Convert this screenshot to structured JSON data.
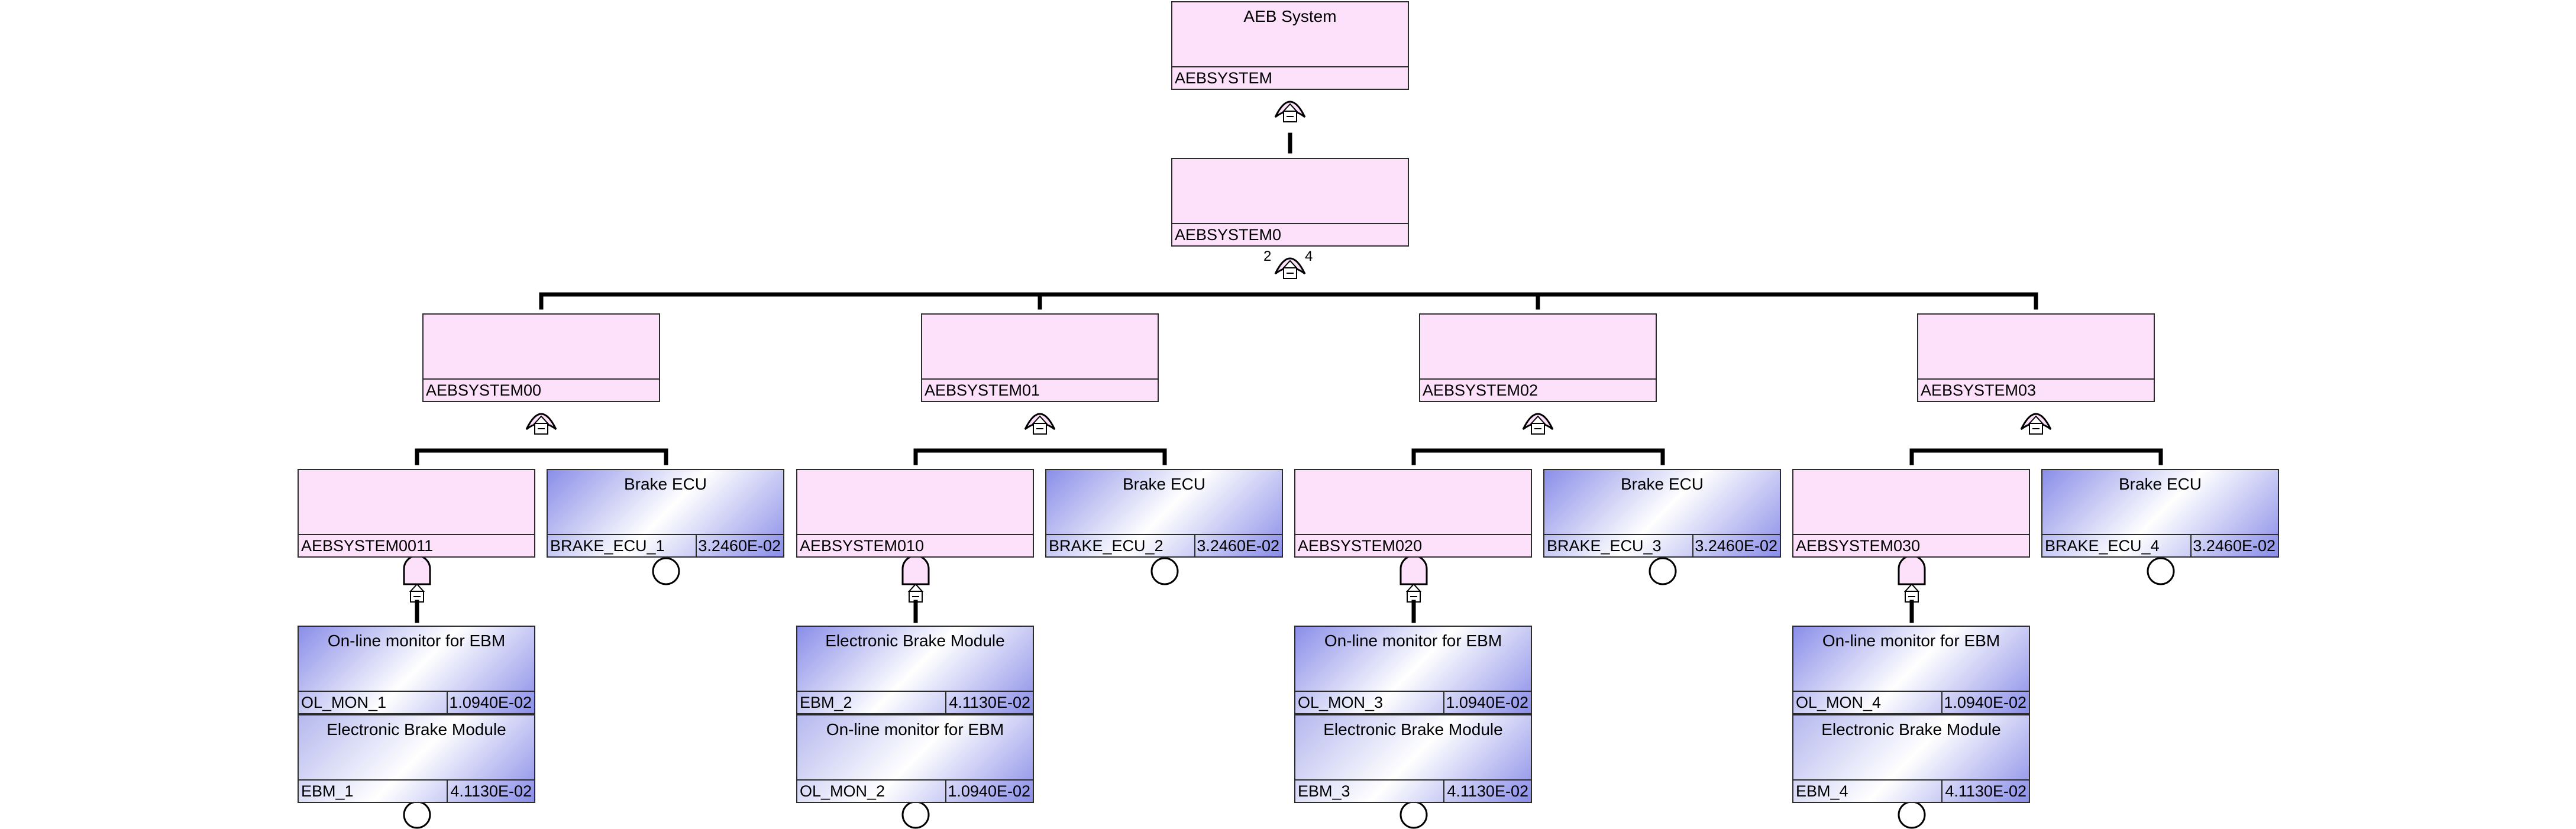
{
  "tree": {
    "top": {
      "description": "AEB System",
      "id": "AEBSYSTEM"
    },
    "level1": {
      "description": "",
      "id": "AEBSYSTEM0"
    },
    "vote": {
      "k": "2",
      "n": "4"
    },
    "branches": [
      {
        "subsystem": {
          "id": "AEBSYSTEM00"
        },
        "left_gate": {
          "id": "AEBSYSTEM0011"
        },
        "ecu": {
          "description": "Brake ECU",
          "id": "BRAKE_ECU_1",
          "prob": "3.2460E-02"
        },
        "events": [
          {
            "description": "On-line monitor for EBM",
            "id": "OL_MON_1",
            "prob": "1.0940E-02"
          },
          {
            "description": "Electronic Brake Module",
            "id": "EBM_1",
            "prob": "4.1130E-02"
          }
        ]
      },
      {
        "subsystem": {
          "id": "AEBSYSTEM01"
        },
        "left_gate": {
          "id": "AEBSYSTEM010"
        },
        "ecu": {
          "description": "Brake ECU",
          "id": "BRAKE_ECU_2",
          "prob": "3.2460E-02"
        },
        "events": [
          {
            "description": "Electronic Brake Module",
            "id": "EBM_2",
            "prob": "4.1130E-02"
          },
          {
            "description": "On-line monitor for EBM",
            "id": "OL_MON_2",
            "prob": "1.0940E-02"
          }
        ]
      },
      {
        "subsystem": {
          "id": "AEBSYSTEM02"
        },
        "left_gate": {
          "id": "AEBSYSTEM020"
        },
        "ecu": {
          "description": "Brake ECU",
          "id": "BRAKE_ECU_3",
          "prob": "3.2460E-02"
        },
        "events": [
          {
            "description": "On-line monitor for EBM",
            "id": "OL_MON_3",
            "prob": "1.0940E-02"
          },
          {
            "description": "Electronic Brake Module",
            "id": "EBM_3",
            "prob": "4.1130E-02"
          }
        ]
      },
      {
        "subsystem": {
          "id": "AEBSYSTEM03"
        },
        "left_gate": {
          "id": "AEBSYSTEM030"
        },
        "ecu": {
          "description": "Brake ECU",
          "id": "BRAKE_ECU_4",
          "prob": "3.2460E-02"
        },
        "events": [
          {
            "description": "On-line monitor for EBM",
            "id": "OL_MON_4",
            "prob": "1.0940E-02"
          },
          {
            "description": "Electronic Brake Module",
            "id": "EBM_4",
            "prob": "4.1130E-02"
          }
        ]
      }
    ]
  },
  "colors": {
    "gate_fill": "#fde1fb",
    "basic_event_fill": "#8a8ee8",
    "line": "#000000"
  }
}
